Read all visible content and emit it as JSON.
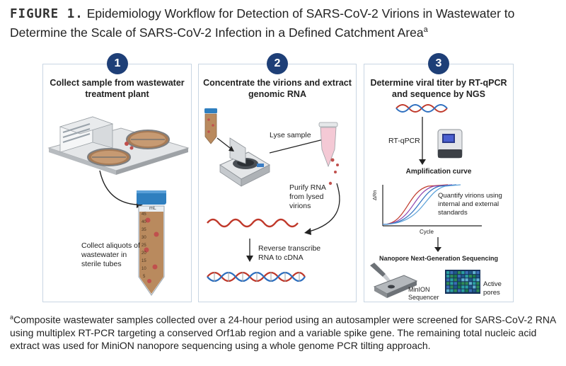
{
  "title": {
    "figure_label": "FIGURE 1.",
    "text": "Epidemiology Workflow for Detection of SARS-CoV-2 Virions in Wastewater to Determine the Scale of SARS-CoV-2 Infection in a Defined Catchment Area",
    "superscript": "a"
  },
  "panels": [
    {
      "number": "1",
      "title": "Collect sample from wastewater treatment plant",
      "labels": {
        "aliquots": "Collect aliquots of wastewater in sterile tubes",
        "tube_unit": "mL",
        "tube_marks": [
          "45",
          "40",
          "35",
          "30",
          "25",
          "20",
          "15",
          "10",
          "5"
        ]
      }
    },
    {
      "number": "2",
      "title": "Concentrate the virions and extract genomic RNA",
      "labels": {
        "lyse": "Lyse sample",
        "purify": "Purify RNA from lysed virions",
        "reverse": "Reverse transcribe RNA to cDNA"
      }
    },
    {
      "number": "3",
      "title": "Determine viral titer by RT-qPCR and sequence by NGS",
      "labels": {
        "rtqpcr": "RT-qPCR",
        "amplification": "Amplification curve",
        "y_axis": "ΔRn",
        "x_axis": "Cycle",
        "quantify": "Quantify virions using internal and external standards",
        "nanopore": "Nanopore Next-Generation Sequencing",
        "minion": "MinION Sequencer",
        "active_pores": "Active pores"
      }
    }
  ],
  "footnote": {
    "superscript": "a",
    "text": "Composite wastewater samples collected over a 24-hour period using an autosampler were screened for SARS-CoV-2 RNA using multiplex RT-PCR targeting a conserved Orf1ab region and a variable spike gene. The remaining total nucleic acid extract was used for MiniON nanopore sequencing using a whole genome PCR tilting approach."
  },
  "icons": {
    "treatment_plant": "wastewater-treatment-plant-icon",
    "conical_tube": "conical-tube-icon",
    "centrifuge": "centrifuge-icon",
    "microtube": "microcentrifuge-tube-icon",
    "rna": "rna-strand-icon",
    "cdna": "cdna-double-helix-icon",
    "qpcr_machine": "qpcr-machine-icon",
    "pipette": "pipette-icon",
    "sequencer": "minion-sequencer-icon",
    "pore_grid": "active-pores-grid-icon"
  },
  "colors": {
    "badge": "#1e3f77",
    "panel_border": "#c9d6e3",
    "virion": "#c0504d",
    "rna_red": "#c0392b",
    "dna_blue": "#2e6fbf",
    "tube_cap": "#2f7fbf",
    "wastewater": "#b98a5e"
  }
}
